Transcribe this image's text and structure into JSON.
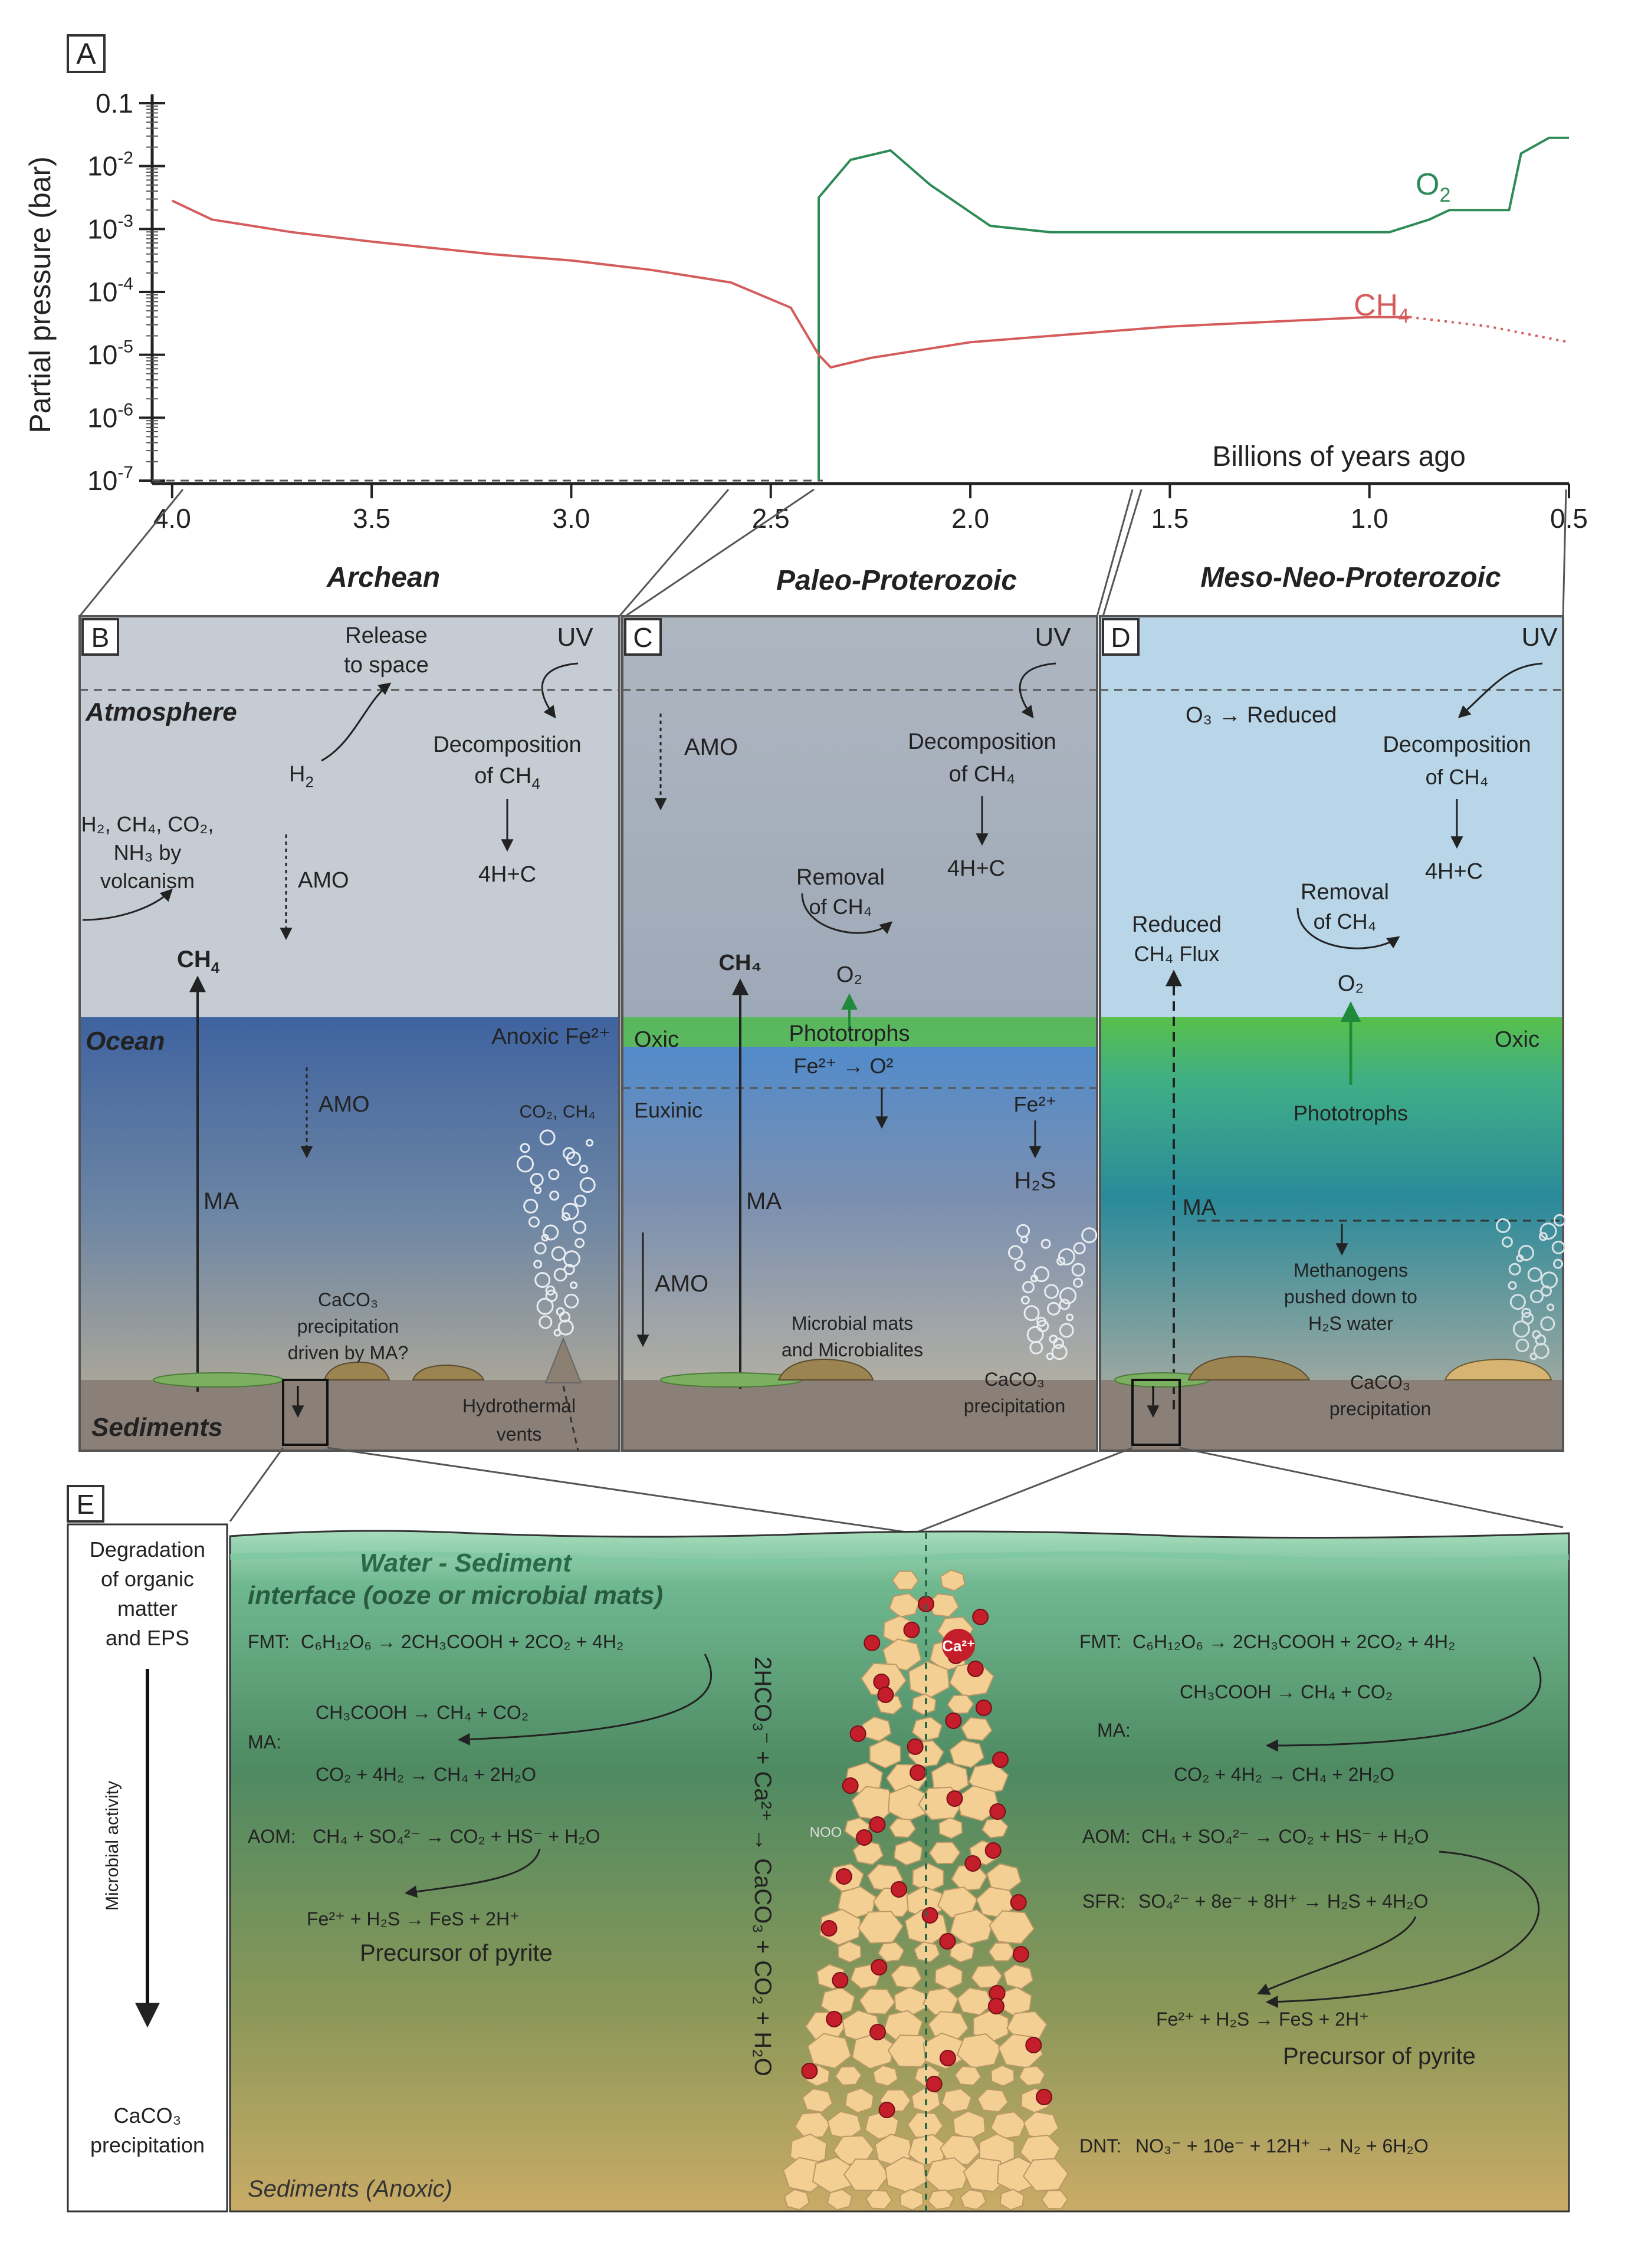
{
  "panels": {
    "a": "A",
    "b": "B",
    "c": "C",
    "d": "D",
    "e": "E"
  },
  "chart_data": {
    "type": "line",
    "ylabel": "Partial pressure (bar)",
    "xlabel": "Billions of years ago",
    "x_ticks": [
      "4.0",
      "3.5",
      "3.0",
      "2.5",
      "2.0",
      "1.5",
      "1.0",
      "0.5"
    ],
    "y_ticks": [
      "0.1",
      "10-2",
      "10-3",
      "10-4",
      "10-5",
      "10-6",
      "10-7"
    ],
    "xlim": [
      4.05,
      0.5
    ],
    "ylim_log10": [
      -7,
      -1
    ],
    "series": [
      {
        "name": "O2",
        "color": "#2e8b57",
        "points": [
          [
            2.38,
            -7
          ],
          [
            2.38,
            -2.5
          ],
          [
            2.3,
            -1.9
          ],
          [
            2.2,
            -1.75
          ],
          [
            2.1,
            -2.3
          ],
          [
            1.95,
            -2.95
          ],
          [
            1.8,
            -3.05
          ],
          [
            1.3,
            -3.05
          ],
          [
            0.95,
            -3.05
          ],
          [
            0.85,
            -2.85
          ],
          [
            0.8,
            -2.7
          ],
          [
            0.65,
            -2.7
          ],
          [
            0.62,
            -1.8
          ],
          [
            0.55,
            -1.55
          ],
          [
            0.5,
            -1.55
          ]
        ]
      },
      {
        "name": "CH4",
        "color": "#d45c5c",
        "points": [
          [
            4.0,
            -2.55
          ],
          [
            3.9,
            -2.85
          ],
          [
            3.7,
            -3.05
          ],
          [
            3.5,
            -3.2
          ],
          [
            3.2,
            -3.4
          ],
          [
            3.0,
            -3.5
          ],
          [
            2.8,
            -3.65
          ],
          [
            2.6,
            -3.85
          ],
          [
            2.45,
            -4.25
          ],
          [
            2.38,
            -5.0
          ],
          [
            2.35,
            -5.2
          ],
          [
            2.25,
            -5.05
          ],
          [
            2.0,
            -4.8
          ],
          [
            1.5,
            -4.55
          ],
          [
            1.0,
            -4.4
          ],
          [
            0.9,
            -4.4
          ]
        ]
      },
      {
        "name": "CH4-projection",
        "color": "#d45c5c",
        "points": [
          [
            0.9,
            -4.4
          ],
          [
            0.7,
            -4.55
          ],
          [
            0.5,
            -4.8
          ]
        ]
      }
    ],
    "series_labels": {
      "o2": "O",
      "o2_sub": "2",
      "ch4": "CH",
      "ch4_sub": "4"
    }
  },
  "eons": {
    "archean": "Archean",
    "paleo": "Paleo-Proterozoic",
    "meso": "Meso-Neo-Proterozoic"
  },
  "layers": {
    "atmosphere": "Atmosphere",
    "ocean": "Ocean",
    "sediments": "Sediments"
  },
  "panel_b": {
    "release1": "Release",
    "release2": "to space",
    "uv": "UV",
    "h2": "H",
    "h2_sub": "2",
    "decomp1": "Decomposition",
    "decomp2": "of CH",
    "decomp2_sub": "4",
    "volc1": "H₂, CH₄, CO₂,",
    "volc2": "NH₃ by",
    "volc3": "volcanism",
    "amo": "AMO",
    "fourhc": "4H+C",
    "ch4": "CH",
    "ch4_sub": "4",
    "anoxic": "Anoxic Fe²⁺",
    "amo2": "AMO",
    "gases": "CO₂, CH₄",
    "ma": "MA",
    "caco3_1": "CaCO₃",
    "caco3_2": "precipitation",
    "caco3_3": "driven by MA?",
    "hydro1": "Hydrothermal",
    "hydro2": "vents"
  },
  "panel_c": {
    "uv": "UV",
    "amo": "AMO",
    "decomp1": "Decomposition",
    "decomp2": "of CH₄",
    "fourhc": "4H+C",
    "removal1": "Removal",
    "removal2": "of CH₄",
    "ch4": "CH₄",
    "o2": "O₂",
    "oxic": "Oxic",
    "phototrophs": "Phototrophs",
    "fe_o": "Fe²⁺ → O²",
    "euxinic": "Euxinic",
    "fe2": "Fe²⁺",
    "h2s": "H₂S",
    "ma": "MA",
    "amo2": "AMO",
    "mats1": "Microbial mats",
    "mats2": "and Microbialites",
    "caco3_1": "CaCO₃",
    "caco3_2": "precipitation"
  },
  "panel_d": {
    "uv": "UV",
    "o3": "O₃ → Reduced",
    "decomp1": "Decomposition",
    "decomp2": "of CH₄",
    "fourhc": "4H+C",
    "reduced1": "Reduced",
    "reduced2": "CH₄ Flux",
    "removal1": "Removal",
    "removal2": "of CH₄",
    "o2": "O₂",
    "oxic": "Oxic",
    "phototrophs": "Phototrophs",
    "ma": "MA",
    "meth1": "Methanogens",
    "meth2": "pushed down to",
    "meth3": "H₂S water",
    "caco3_1": "CaCO₃",
    "caco3_2": "precipitation"
  },
  "panel_e": {
    "side1": "Degradation",
    "side2": "of organic",
    "side3": "matter",
    "side4": "and EPS",
    "microbial": "Microbial activity",
    "bottom1": "CaCO₃",
    "bottom2": "precipitation",
    "interface1": "Water - Sediment",
    "interface2": "interface (ooze or microbial mats)",
    "sediments": "Sediments (Anoxic)",
    "ca": "Ca²⁺",
    "noo": "NOO",
    "vertical": "2HCO₃⁻ + Ca²⁺ → CaCO₃ + CO₂ + H₂O",
    "left": {
      "fmt_label": "FMT:",
      "fmt": "C₆H₁₂O₆ → 2CH₃COOH + 2CO₂ + 4H₂",
      "ma_label": "MA:",
      "ma1": "CH₃COOH → CH₄ + CO₂",
      "ma2": "CO₂ + 4H₂ → CH₄ + 2H₂O",
      "aom_label": "AOM:",
      "aom": "CH₄ + SO₄²⁻ → CO₂ + HS⁻ + H₂O",
      "fes": "Fe²⁺ + H₂S → FeS + 2H⁺",
      "pyrite": "Precursor of pyrite"
    },
    "right": {
      "fmt_label": "FMT:",
      "fmt": "C₆H₁₂O₆ → 2CH₃COOH + 2CO₂ + 4H₂",
      "ma_label": "MA:",
      "ma1": "CH₃COOH → CH₄ + CO₂",
      "ma2": "CO₂ + 4H₂ → CH₄ + 2H₂O",
      "aom_label": "AOM:",
      "aom": "CH₄ + SO₄²⁻ → CO₂ + HS⁻ + H₂O",
      "sfr_label": "SFR:",
      "sfr": "SO₄²⁻ + 8e⁻ + 8H⁺ → H₂S + 4H₂O",
      "fes": "Fe²⁺ + H₂S → FeS + 2H⁺",
      "pyrite": "Precursor of pyrite",
      "dnt_label": "DNT:",
      "dnt": "NO₃⁻ + 10e⁻ + 12H⁺ → N₂ + 6H₂O"
    }
  },
  "colors": {
    "o2": "#2e8b57",
    "ch4": "#d45c5c",
    "atmosphere_b": "#c9d0d6",
    "atmosphere_d": "#b8d8ea",
    "ocean": "#4d6fa0",
    "oxic_green": "#5cc04a",
    "sediment": "#8a7d70",
    "calcite": "#f4cf94",
    "calcium": "#c41e2a",
    "water_top": "#a8d8b8",
    "sediment_bottom": "#c8a860"
  }
}
